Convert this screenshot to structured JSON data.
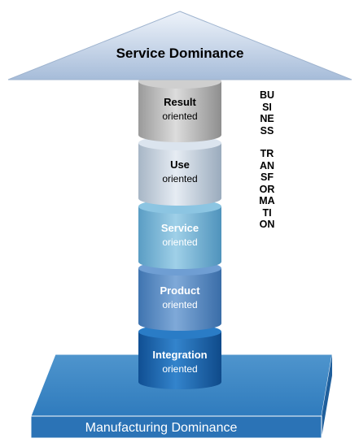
{
  "arrow": {
    "label": "Service Dominance"
  },
  "base": {
    "label": "Manufacturing Dominance"
  },
  "side": {
    "word1": "BUSINESS",
    "word2": "TRANSFORMATION"
  },
  "levels": [
    {
      "title": "Result",
      "subtitle": "oriented"
    },
    {
      "title": "Use",
      "subtitle": "oriented"
    },
    {
      "title": "Service",
      "subtitle": "oriented"
    },
    {
      "title": "Product",
      "subtitle": "oriented"
    },
    {
      "title": "Integration",
      "subtitle": "oriented"
    }
  ],
  "colors": {
    "arrow_top": "#e4ecf6",
    "arrow_bottom": "#a9bfdb",
    "platform_top": "#3d87c4",
    "platform_front": "#2a72b5",
    "result": "#b8b8b8",
    "use": "#c8d3df",
    "service": "#79b6d6",
    "product": "#5b8ec5",
    "integration": "#1d63aa"
  }
}
